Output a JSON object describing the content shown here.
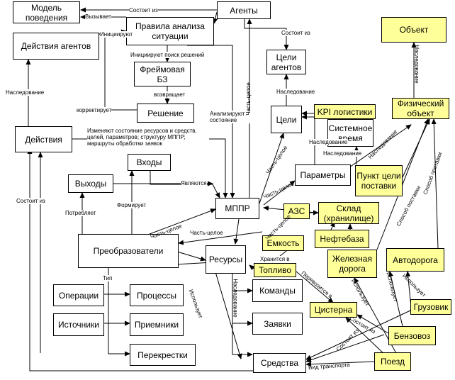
{
  "nodes": {
    "model": "Модель поведения",
    "agents": "Агенты",
    "rules": "Правила анализа ситуации",
    "actions_agents": "Действия агентов",
    "frame_kb": "Фреймовая БЗ",
    "decision": "Решение",
    "goals_agents": "Цели агентов",
    "object": "Объект",
    "physical_object": "Физический объект",
    "goals": "Цели",
    "kpi": "KPI логистики",
    "system_time": "Системное время",
    "params": "Параметры",
    "actions": "Действия",
    "inputs": "Входы",
    "outputs": "Выходы",
    "mppr": "МППР",
    "delivery_point": "Пункт цели поставки",
    "azs": "АЗС",
    "warehouse": "Склад (хранилище)",
    "tank": "Емкость",
    "oil_depot": "Нефтебаза",
    "converters": "Преобразователи",
    "resources": "Ресурсы",
    "fuel": "Топливо",
    "railway": "Железная дорога",
    "highway": "Автодорога",
    "operations": "Операции",
    "processes": "Процессы",
    "commands": "Команды",
    "cistern": "Цистерна",
    "truck": "Грузовик",
    "sources": "Источники",
    "receivers": "Приемники",
    "requests": "Заявки",
    "fuel_truck": "Бензовоз",
    "crossroads": "Перекрестки",
    "means": "Средства",
    "train": "Поезд"
  },
  "labels": {
    "consists_of": "Состоит из",
    "calls": "Вызывает",
    "initiate": "Инициируют",
    "initiate_search": "Инициируют поиск решений",
    "returns": "возвращает",
    "corrects": "корректирует",
    "inheritance": "Наследование",
    "part_whole": "Часть-целое",
    "analyze_state": "Анализируют состояние",
    "change_state": "Изменяют состояние ресурсов и средств, целей, параметров; структуру МППР; маршруты обработки заявок",
    "are": "Являются",
    "consumes": "Потребляет",
    "forms": "Формирует",
    "type": "Тип",
    "stored_in": "Хранится в",
    "transported_in": "Перевозится в",
    "uses": "Использует",
    "supply_method": "Способ поставки",
    "transport_type": "Вид транспорта"
  }
}
